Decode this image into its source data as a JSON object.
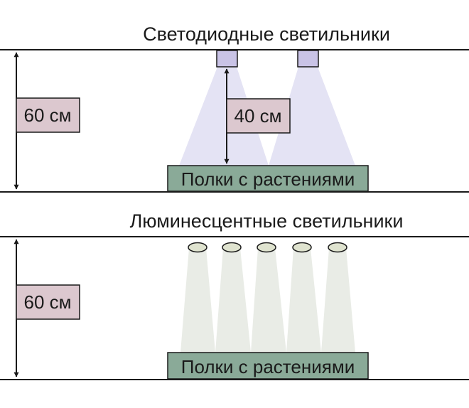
{
  "panels": [
    {
      "title": "Светодиодные светильники",
      "height_label": "60 см",
      "distance_label": "40 см",
      "shelf_label": "Полки с растениями"
    },
    {
      "title": "Люминесцентные светильники",
      "height_label": "60 см",
      "shelf_label": "Полки с растениями"
    }
  ],
  "colors": {
    "line": "#1a1a1a",
    "led_fixture": "#c9c3e6",
    "led_beam": "#e4e3f4",
    "fluor_fixture": "#dfe3cf",
    "fluor_beam": "#e9ece6",
    "shelf": "#8aaa98",
    "label_box": "#dcc8cf"
  }
}
